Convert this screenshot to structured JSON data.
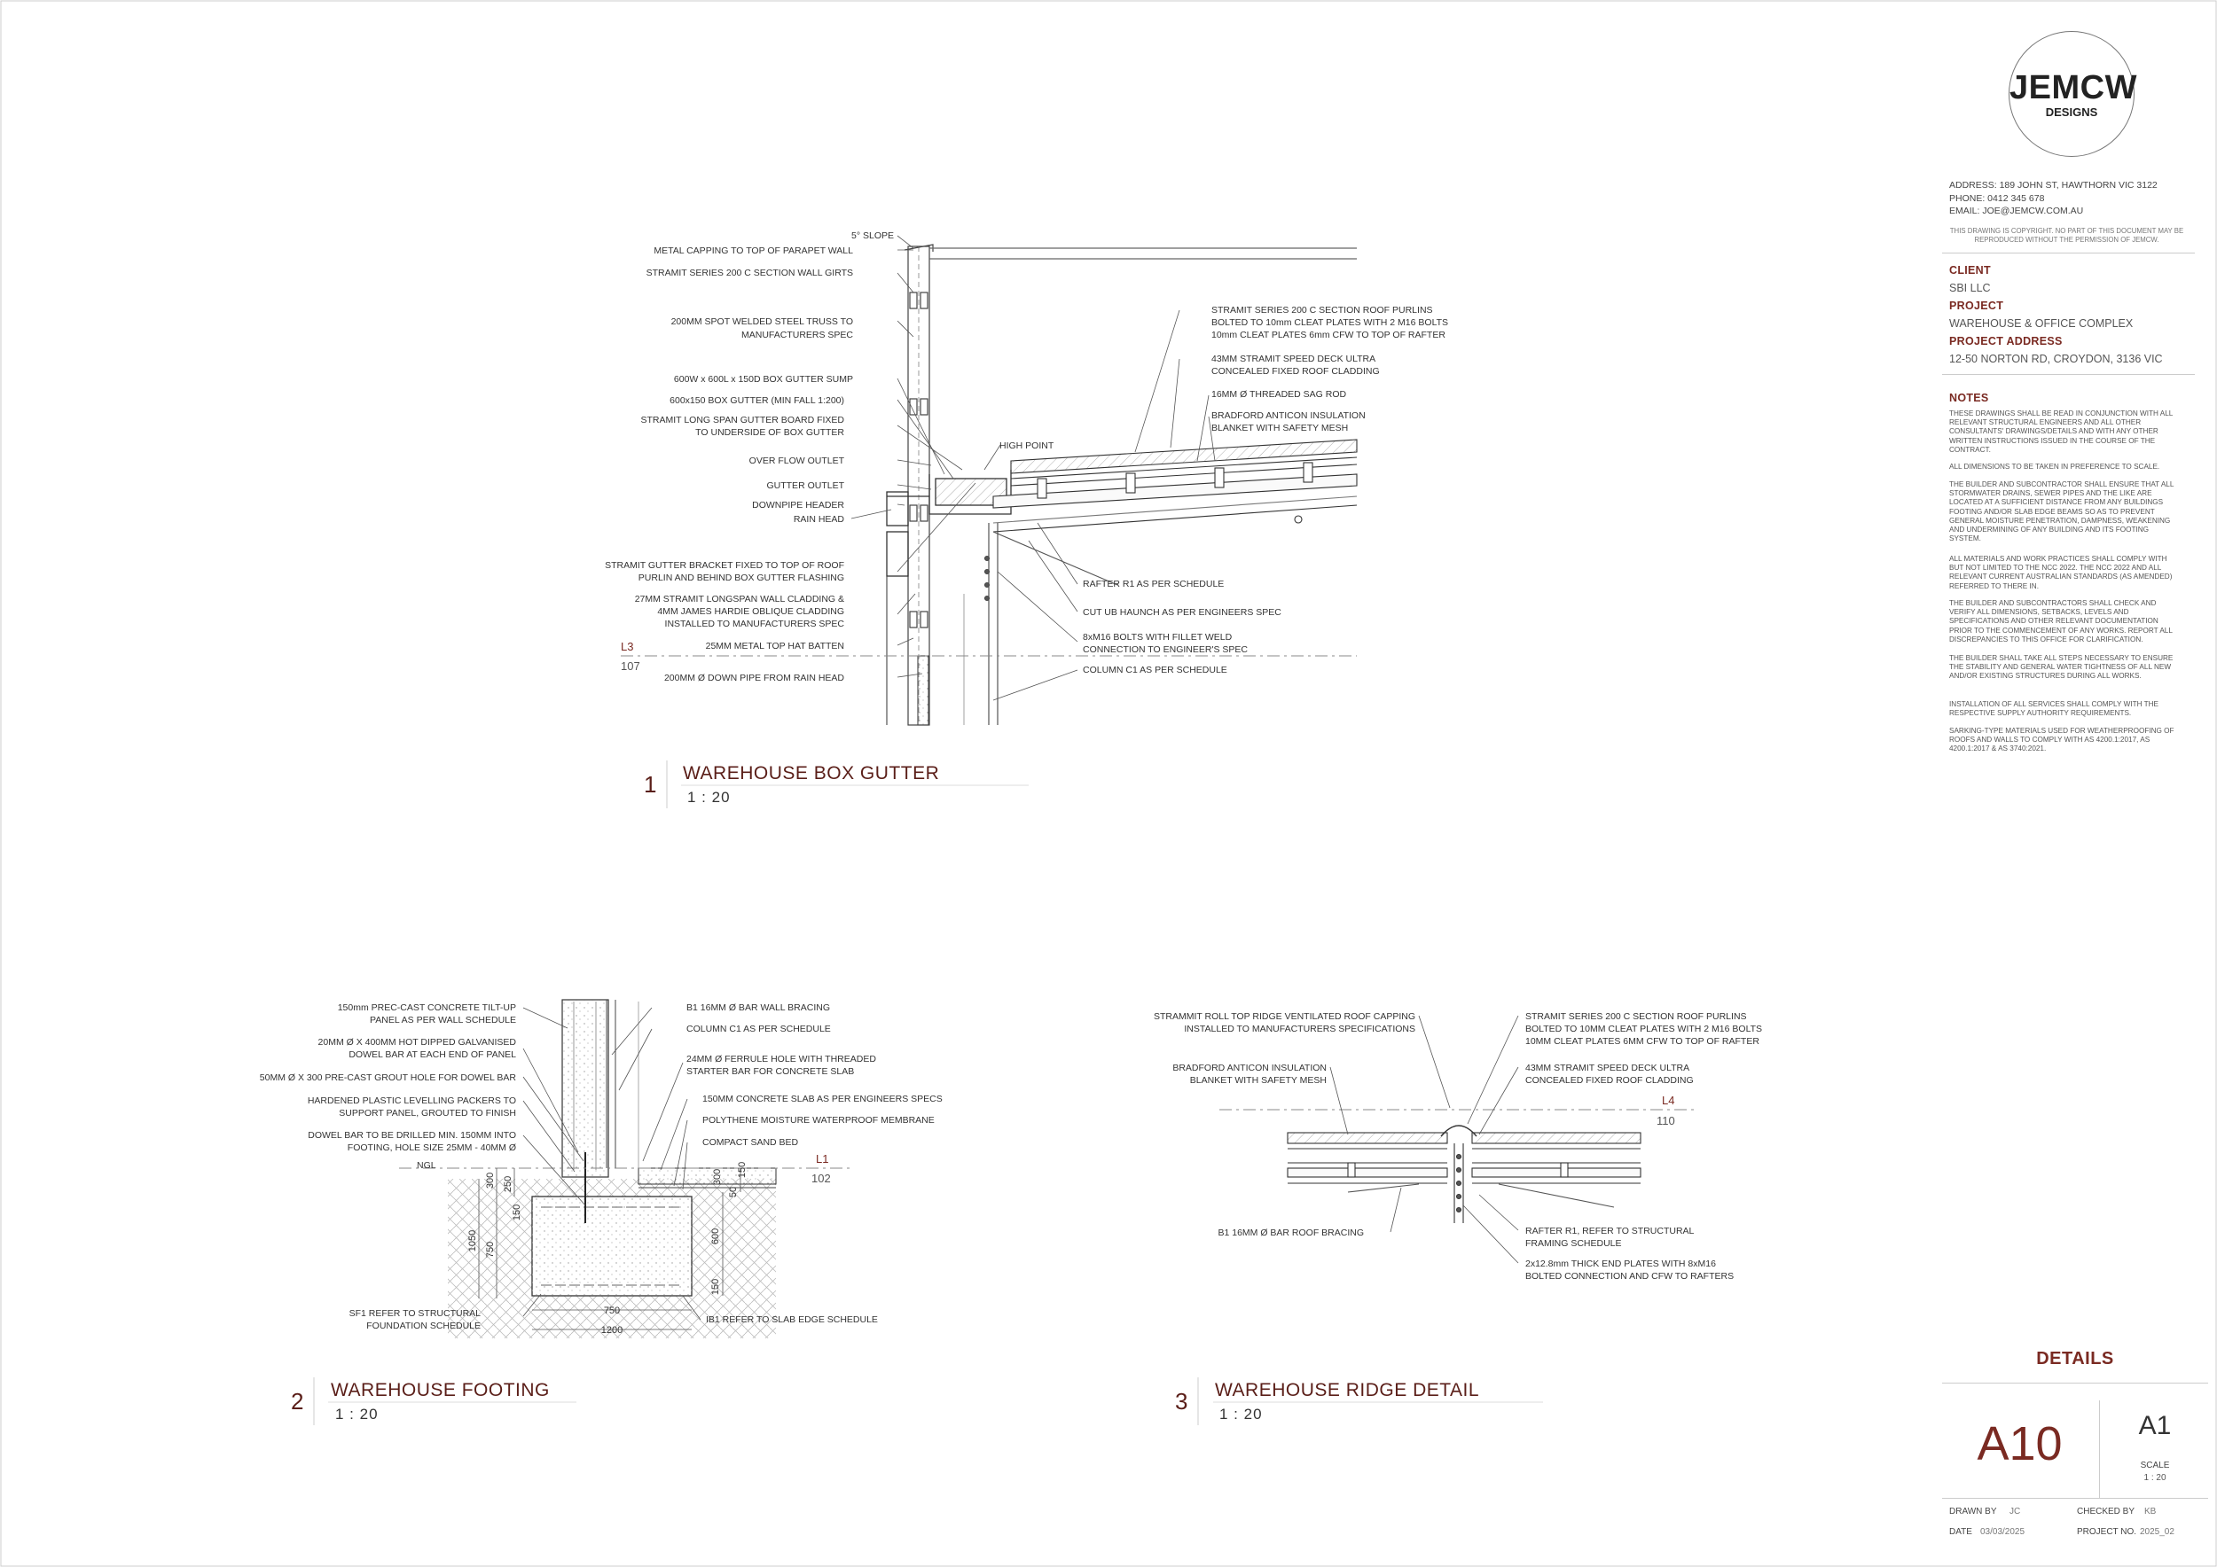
{
  "company": {
    "logo_main": "JEMCW",
    "logo_sub": "DESIGNS",
    "address": "ADDRESS: 189 JOHN ST, HAWTHORN VIC 3122",
    "phone": "PHONE: 0412 345 678",
    "email": "EMAIL: JOE@JEMCW.COM.AU",
    "copyright": "THIS DRAWING IS COPYRIGHT. NO PART OF THIS DOCUMENT MAY BE REPRODUCED WITHOUT THE PERMISSION OF JEMCW."
  },
  "project": {
    "client_label": "CLIENT",
    "client": "SBI LLC",
    "project_label": "PROJECT",
    "project": "WAREHOUSE & OFFICE COMPLEX",
    "address_label": "PROJECT ADDRESS",
    "address": "12-50 NORTON RD, CROYDON, 3136 VIC"
  },
  "notes": {
    "label": "NOTES",
    "items": [
      "THESE DRAWINGS SHALL BE READ IN CONJUNCTION WITH ALL RELEVANT STRUCTURAL ENGINEERS AND ALL OTHER CONSULTANTS' DRAWINGS/DETAILS AND WITH ANY OTHER WRITTEN INSTRUCTIONS ISSUED IN THE COURSE OF THE CONTRACT.",
      "ALL DIMENSIONS TO BE TAKEN IN PREFERENCE TO SCALE.",
      "THE BUILDER AND SUBCONTRACTOR SHALL ENSURE THAT ALL STORMWATER DRAINS, SEWER PIPES AND THE LIKE ARE LOCATED AT A SUFFICIENT DISTANCE FROM ANY BUILDINGS FOOTING AND/OR SLAB EDGE BEAMS SO AS TO PREVENT GENERAL MOISTURE PENETRATION, DAMPNESS, WEAKENING AND UNDERMINING OF ANY BUILDING AND ITS FOOTING SYSTEM.",
      "ALL MATERIALS AND WORK PRACTICES SHALL COMPLY WITH BUT NOT LIMITED TO THE NCC 2022. THE NCC 2022 AND ALL RELEVANT CURRENT AUSTRALIAN STANDARDS (AS AMENDED) REFERRED TO THERE IN.",
      "THE BUILDER AND SUBCONTRACTORS SHALL CHECK AND VERIFY ALL DIMENSIONS, SETBACKS, LEVELS AND SPECIFICATIONS AND OTHER RELEVANT DOCUMENTATION PRIOR TO THE COMMENCEMENT OF ANY WORKS. REPORT ALL DISCREPANCIES TO THIS OFFICE FOR CLARIFICATION.",
      "THE BUILDER SHALL TAKE ALL STEPS NECESSARY TO ENSURE THE STABILITY AND GENERAL WATER TIGHTNESS OF ALL NEW AND/OR EXISTING STRUCTURES DURING ALL WORKS.",
      "INSTALLATION OF ALL SERVICES SHALL COMPLY WITH THE RESPECTIVE SUPPLY AUTHORITY REQUIREMENTS.",
      "SARKING-TYPE MATERIALS USED FOR WEATHERPROOFING OF ROOFS AND WALLS TO COMPLY WITH AS 4200.1:2017, AS 4200.1:2017 & AS 3740:2021."
    ]
  },
  "sheet": {
    "title": "DETAILS",
    "number": "A10",
    "size": "A1",
    "scale_label": "SCALE",
    "scale": "1 : 20",
    "drawn_by_label": "DRAWN BY",
    "drawn_by": "JC",
    "checked_by_label": "CHECKED BY",
    "checked_by": "KB",
    "date_label": "DATE",
    "date": "03/03/2025",
    "project_no_label": "PROJECT NO.",
    "project_no": "2025_02"
  },
  "details": [
    {
      "number": "1",
      "title": "WAREHOUSE BOX GUTTER",
      "scale": "1 : 20",
      "level": {
        "label": "L3",
        "value": "107"
      },
      "labels": {
        "slope": "5° SLOPE",
        "capping": "METAL CAPPING TO TOP OF PARAPET WALL",
        "girts": "STRAMIT SERIES 200 C SECTION WALL GIRTS",
        "truss_1": "200MM SPOT WELDED STEEL TRUSS TO",
        "truss_2": "MANUFACTURERS SPEC",
        "sump": "600W x 600L x 150D BOX GUTTER SUMP",
        "box_gutter": "600x150 BOX GUTTER (MIN FALL 1:200)",
        "gutter_board_1": "STRAMIT LONG SPAN GUTTER BOARD FIXED",
        "gutter_board_2": "TO UNDERSIDE OF BOX GUTTER",
        "overflow": "OVER FLOW OUTLET",
        "outlet": "GUTTER OUTLET",
        "downpipe_header": "DOWNPIPE HEADER",
        "rain_head": "RAIN HEAD",
        "bracket_1": "STRAMIT GUTTER BRACKET FIXED TO TOP OF ROOF",
        "bracket_2": "PURLIN AND BEHIND BOX GUTTER FLASHING",
        "cladding_1": "27MM STRAMIT LONGSPAN WALL CLADDING &",
        "cladding_2": "4MM JAMES HARDIE OBLIQUE CLADDING",
        "cladding_3": "INSTALLED TO MANUFACTURERS SPEC",
        "batten": "25MM METAL TOP HAT BATTEN",
        "down_pipe": "200MM Ø DOWN PIPE FROM  RAIN HEAD",
        "high_point": "HIGH POINT",
        "purlins_1": "STRAMIT SERIES 200 C SECTION ROOF PURLINS",
        "purlins_2": "BOLTED TO 10mm CLEAT PLATES WITH 2 M16 BOLTS",
        "purlins_3": "10mm CLEAT PLATES 6mm CFW TO TOP OF RAFTER",
        "deck_1": "43MM STRAMIT SPEED DECK ULTRA",
        "deck_2": "CONCEALED FIXED ROOF CLADDING",
        "sag_rod": "16MM Ø THREADED SAG ROD",
        "insulation_1": "BRADFORD ANTICON INSULATION",
        "insulation_2": "BLANKET WITH SAFETY MESH",
        "rafter": "RAFTER R1 AS PER SCHEDULE",
        "haunch": "CUT UB HAUNCH AS PER ENGINEERS SPEC",
        "bolts_1": "8xM16 BOLTS WITH FILLET WELD",
        "bolts_2": "CONNECTION TO ENGINEER'S SPEC",
        "column": "COLUMN C1 AS PER SCHEDULE"
      }
    },
    {
      "number": "2",
      "title": "WAREHOUSE FOOTING",
      "scale": "1 : 20",
      "level": {
        "label": "L1",
        "value": "102"
      },
      "labels": {
        "panel_1": "150mm PREC-CAST CONCRETE TILT-UP",
        "panel_2": "PANEL AS PER WALL SCHEDULE",
        "dowel_1": "20MM Ø X 400MM HOT DIPPED GALVANISED",
        "dowel_2": "DOWEL BAR AT EACH END OF PANEL",
        "grout": "50MM Ø X 300 PRE-CAST GROUT HOLE FOR DOWEL BAR",
        "packers_1": "HARDENED PLASTIC LEVELLING PACKERS TO",
        "packers_2": "SUPPORT PANEL, GROUTED TO FINISH",
        "drill_1": "DOWEL BAR TO BE DRILLED MIN. 150MM INTO",
        "drill_2": "FOOTING, HOLE SIZE 25MM - 40MM Ø",
        "ngl": "NGL",
        "sf1_1": "SF1 REFER TO STRUCTURAL",
        "sf1_2": "FOUNDATION SCHEDULE",
        "bracing": "B1 16MM Ø BAR WALL BRACING",
        "column": "COLUMN C1 AS PER SCHEDULE",
        "ferrule_1": "24MM Ø FERRULE HOLE WITH THREADED",
        "ferrule_2": "STARTER BAR FOR CONCRETE SLAB",
        "slab": "150MM CONCRETE SLAB AS PER ENGINEERS SPECS",
        "membrane": "POLYTHENE MOISTURE WATERPROOF MEMBRANE",
        "sand": "COMPACT SAND BED",
        "ib1": "IB1 REFER TO SLAB EDGE SCHEDULE",
        "dim_300": "300",
        "dim_250": "250",
        "dim_150": "150",
        "dim_1050": "1050",
        "dim_750v": "750",
        "dim_600": "600",
        "dim_50": "50",
        "dim_150b": "150",
        "dim_300r": "300",
        "dim_150r": "150",
        "dim_750": "750",
        "dim_1200": "1200"
      }
    },
    {
      "number": "3",
      "title": "WAREHOUSE RIDGE DETAIL",
      "scale": "1 : 20",
      "level": {
        "label": "L4",
        "value": "110"
      },
      "labels": {
        "capping_1": "STRAMMIT ROLL TOP RIDGE VENTILATED ROOF CAPPING",
        "capping_2": "INSTALLED TO MANUFACTURERS SPECIFICATIONS",
        "insulation_1": "BRADFORD ANTICON INSULATION",
        "insulation_2": "BLANKET WITH SAFETY MESH",
        "bracing": "B1 16MM Ø BAR ROOF BRACING",
        "purlins_1": "STRAMIT SERIES 200 C SECTION ROOF PURLINS",
        "purlins_2": "BOLTED TO 10MM CLEAT PLATES WITH 2 M16 BOLTS",
        "purlins_3": "10MM CLEAT PLATES 6MM CFW TO TOP OF RAFTER",
        "deck_1": "43MM STRAMIT SPEED DECK ULTRA",
        "deck_2": "CONCEALED FIXED ROOF CLADDING",
        "rafter_1": "RAFTER R1, REFER TO STRUCTURAL",
        "rafter_2": "FRAMING SCHEDULE",
        "plates_1": "2x12.8mm THICK END PLATES WITH 8xM16",
        "plates_2": "BOLTED CONNECTION AND CFW TO RAFTERS"
      }
    }
  ]
}
